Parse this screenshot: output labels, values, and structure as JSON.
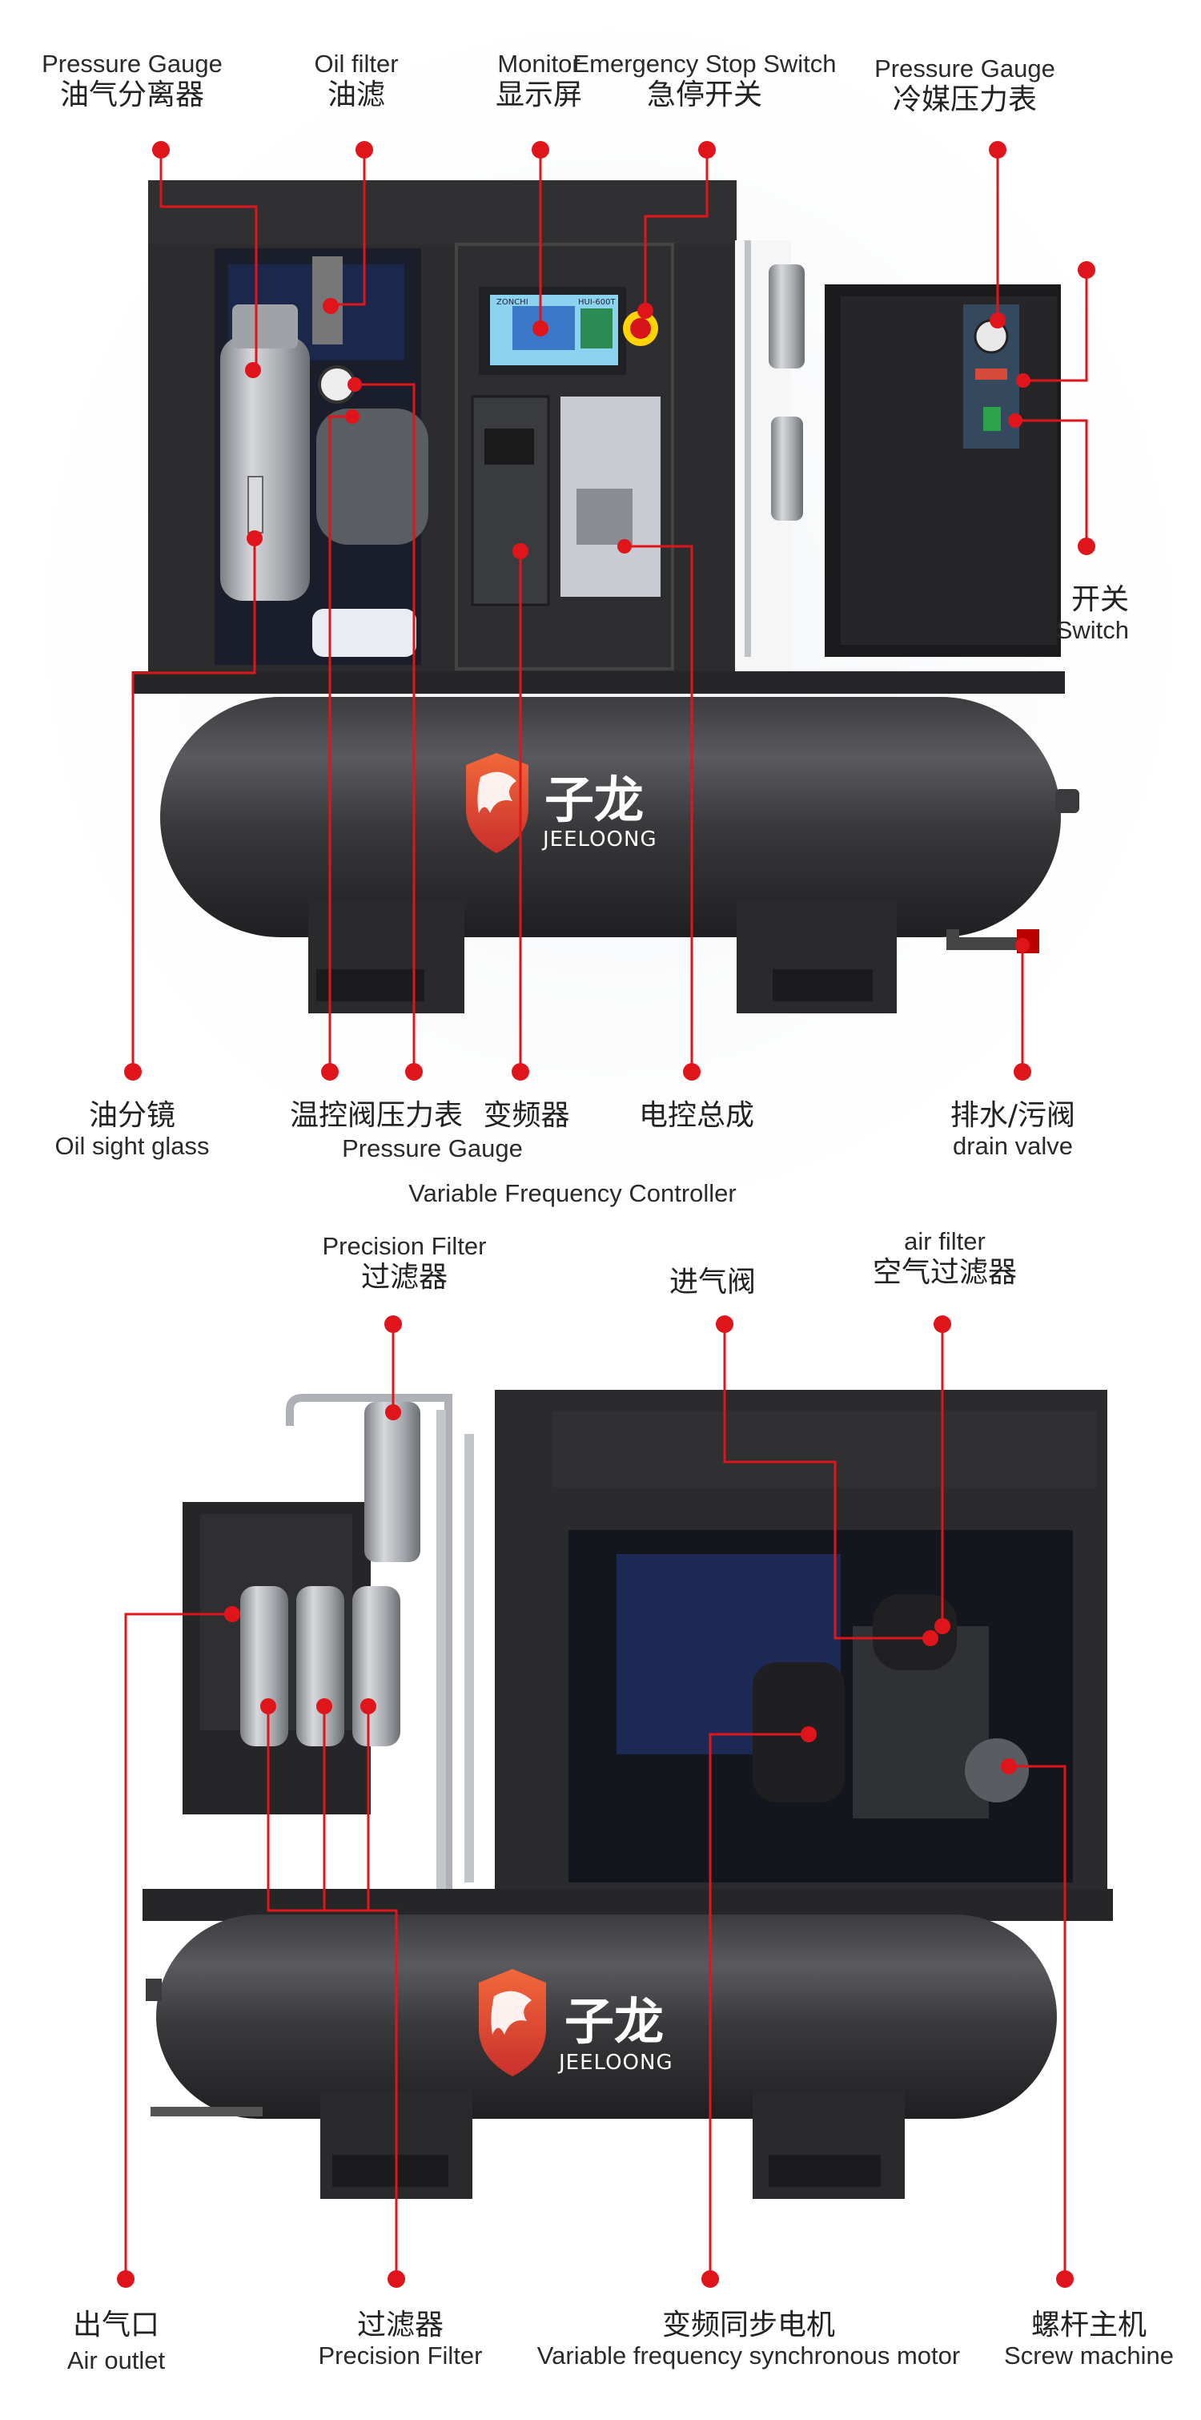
{
  "brand": {
    "name_zh": "子龙",
    "name_en": "JEELOONG",
    "colors": {
      "logo_red": "#e8532a",
      "logo_dark_red": "#c9302c",
      "marker_red": "#e0151b",
      "machine_dark": "#2e2e30"
    }
  },
  "screen": {
    "brand_line": "ZONCHI",
    "model_line": "HUI-600T"
  },
  "top_labels": {
    "oil_gas_separator": {
      "en": "Pressure Gauge",
      "zh": "油气分离器"
    },
    "oil_filter": {
      "en": "Oil filter",
      "zh": "油滤"
    },
    "monitor": {
      "en": "Monitor",
      "zh": "显示屏"
    },
    "emergency_stop": {
      "en": "Emergency Stop Switch",
      "zh": "急停开关"
    },
    "refrigerant_gauge": {
      "en": "Pressure Gauge",
      "zh": "冷媒压力表"
    },
    "switch": {
      "zh": "开关",
      "en": "Switch"
    },
    "oil_sight_glass": {
      "zh": "油分镜",
      "en": "Oil sight glass"
    },
    "thermo_valve_gauge": {
      "zh": "温控阀压力表",
      "en": "Pressure Gauge"
    },
    "inverter": {
      "zh": "变频器",
      "en": "Variable Frequency Controller"
    },
    "electric_control": {
      "zh": "电控总成"
    },
    "drain_valve": {
      "zh": "排水/污阀",
      "en": "drain valve"
    }
  },
  "bottom_labels": {
    "precision_filter_top": {
      "en": "Precision Filter",
      "zh": "过滤器"
    },
    "intake_valve": {
      "zh": "进气阀"
    },
    "air_filter": {
      "en": "air filter",
      "zh": "空气过滤器"
    },
    "air_outlet": {
      "zh": "出气口",
      "en": "Air outlet"
    },
    "precision_filter_bottom": {
      "zh": "过滤器",
      "en": "Precision Filter"
    },
    "vf_motor": {
      "zh": "变频同步电机",
      "en": "Variable frequency synchronous motor"
    },
    "screw_machine": {
      "zh": "螺杆主机",
      "en": "Screw machine"
    }
  }
}
